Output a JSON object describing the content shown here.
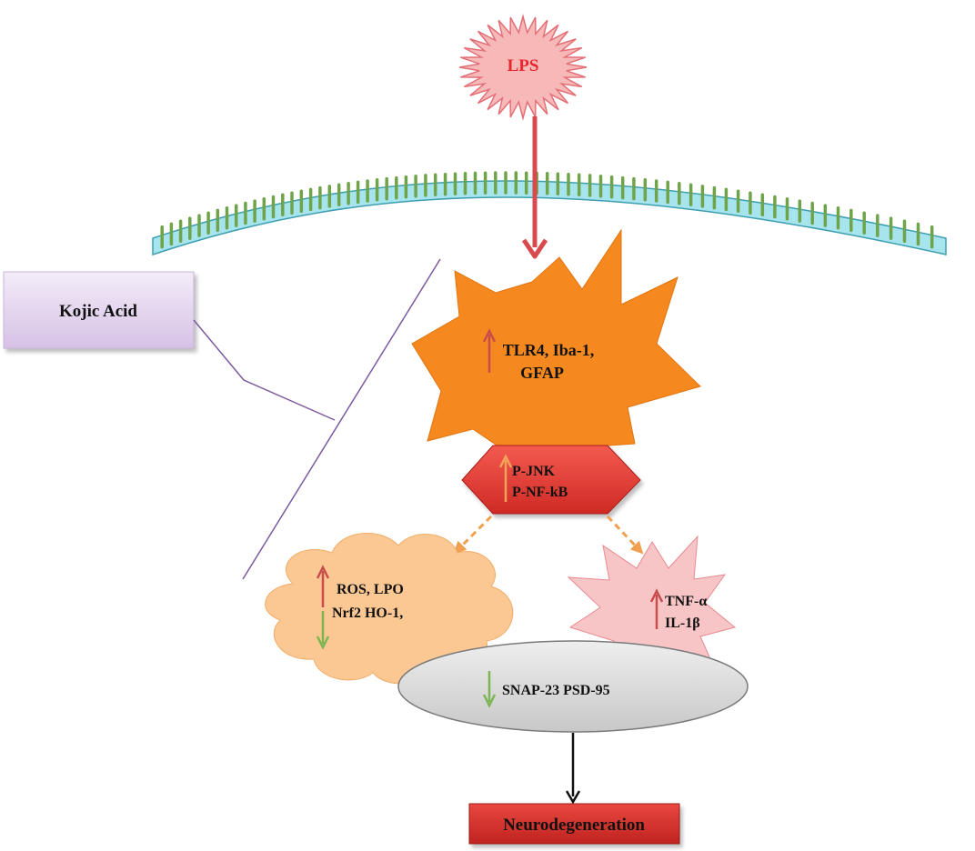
{
  "nodes": {
    "lps": {
      "label": "LPS"
    },
    "kojic": {
      "label": "Kojic Acid"
    },
    "microglia": {
      "line1": "TLR4, Iba-1,",
      "line2": "GFAP",
      "direction": "up"
    },
    "kinase": {
      "line1": "P-JNK",
      "line2": "P-NF-kB",
      "direction": "up"
    },
    "oxidative": {
      "line1": "ROS, LPO",
      "line2": "Nrf2 HO-1,",
      "direction1": "up",
      "direction2": "down"
    },
    "cytokines": {
      "line1": "TNF-α",
      "line2": "IL-1β",
      "direction": "up"
    },
    "synaptic": {
      "label": "SNAP-23 PSD-95",
      "direction": "down"
    },
    "outcome": {
      "label": "Neurodegeneration"
    }
  },
  "colors": {
    "lps_fill": "#f7b8b8",
    "lps_text": "#e8262b",
    "membrane_fill": "#a6e4ee",
    "receptor": "#6fa44a",
    "kojic_fill": "#e2d2ee",
    "burst_fill": "#f5891f",
    "hex_fill": "#e83b33",
    "cloud_fill": "#fbc792",
    "star_fill": "#f8c5c7",
    "ellipse_fill": "#d9d9d9",
    "outcome_fill": "#d9312e",
    "up_arrow": "#c94c4c",
    "down_arrow": "#7cb552",
    "dashed_arrow": "#f0a050",
    "inhibit_line": "#7d5aa0"
  }
}
